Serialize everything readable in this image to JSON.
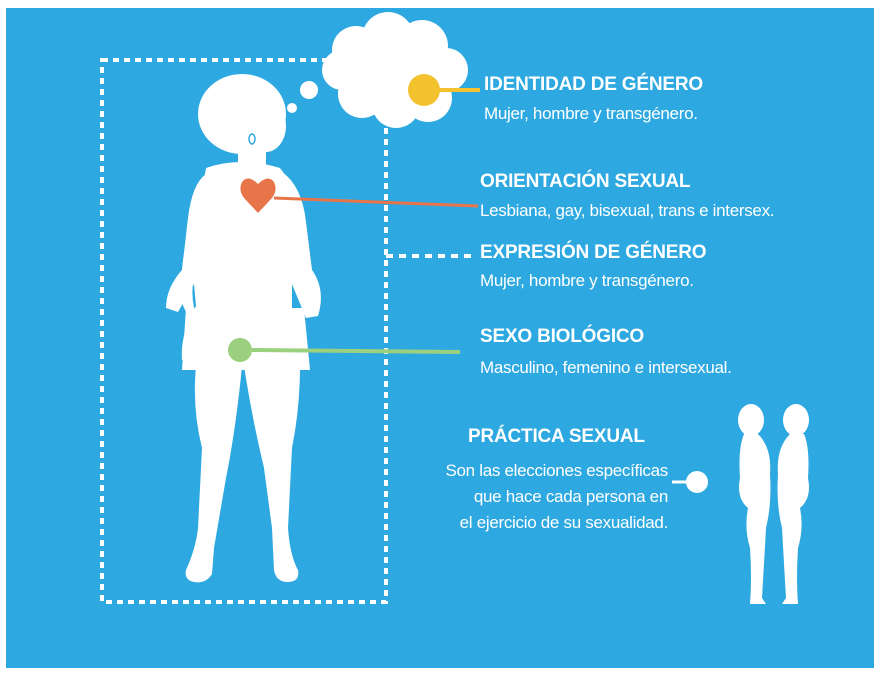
{
  "colors": {
    "background": "#2ea8e0",
    "silhouette": "#ffffff",
    "identidad_dot": "#f4c22f",
    "orientacion_heart": "#e8754a",
    "sexo_dot": "#9bd07e",
    "practica_dot": "#ffffff"
  },
  "icons": {
    "thought_cloud": "thought-bubble-icon",
    "heart": "heart-icon",
    "couple": "couple-silhouette-icon"
  },
  "sections": {
    "identidad": {
      "title": "IDENTIDAD DE GÉNERO",
      "text": "Mujer, hombre y transgénero."
    },
    "orientacion": {
      "title": "ORIENTACIÓN SEXUAL",
      "text": "Lesbiana, gay, bisexual, trans e intersex."
    },
    "expresion": {
      "title": "EXPRESIÓN DE GÉNERO",
      "text": "Mujer, hombre y transgénero."
    },
    "sexo": {
      "title": "SEXO BIOLÓGICO",
      "text": "Masculino, femenino e intersexual."
    },
    "practica": {
      "title": "PRÁCTICA SEXUAL",
      "lines": [
        "Son las elecciones específicas",
        "que hace cada persona en",
        "el ejercicio de su sexualidad."
      ]
    }
  }
}
